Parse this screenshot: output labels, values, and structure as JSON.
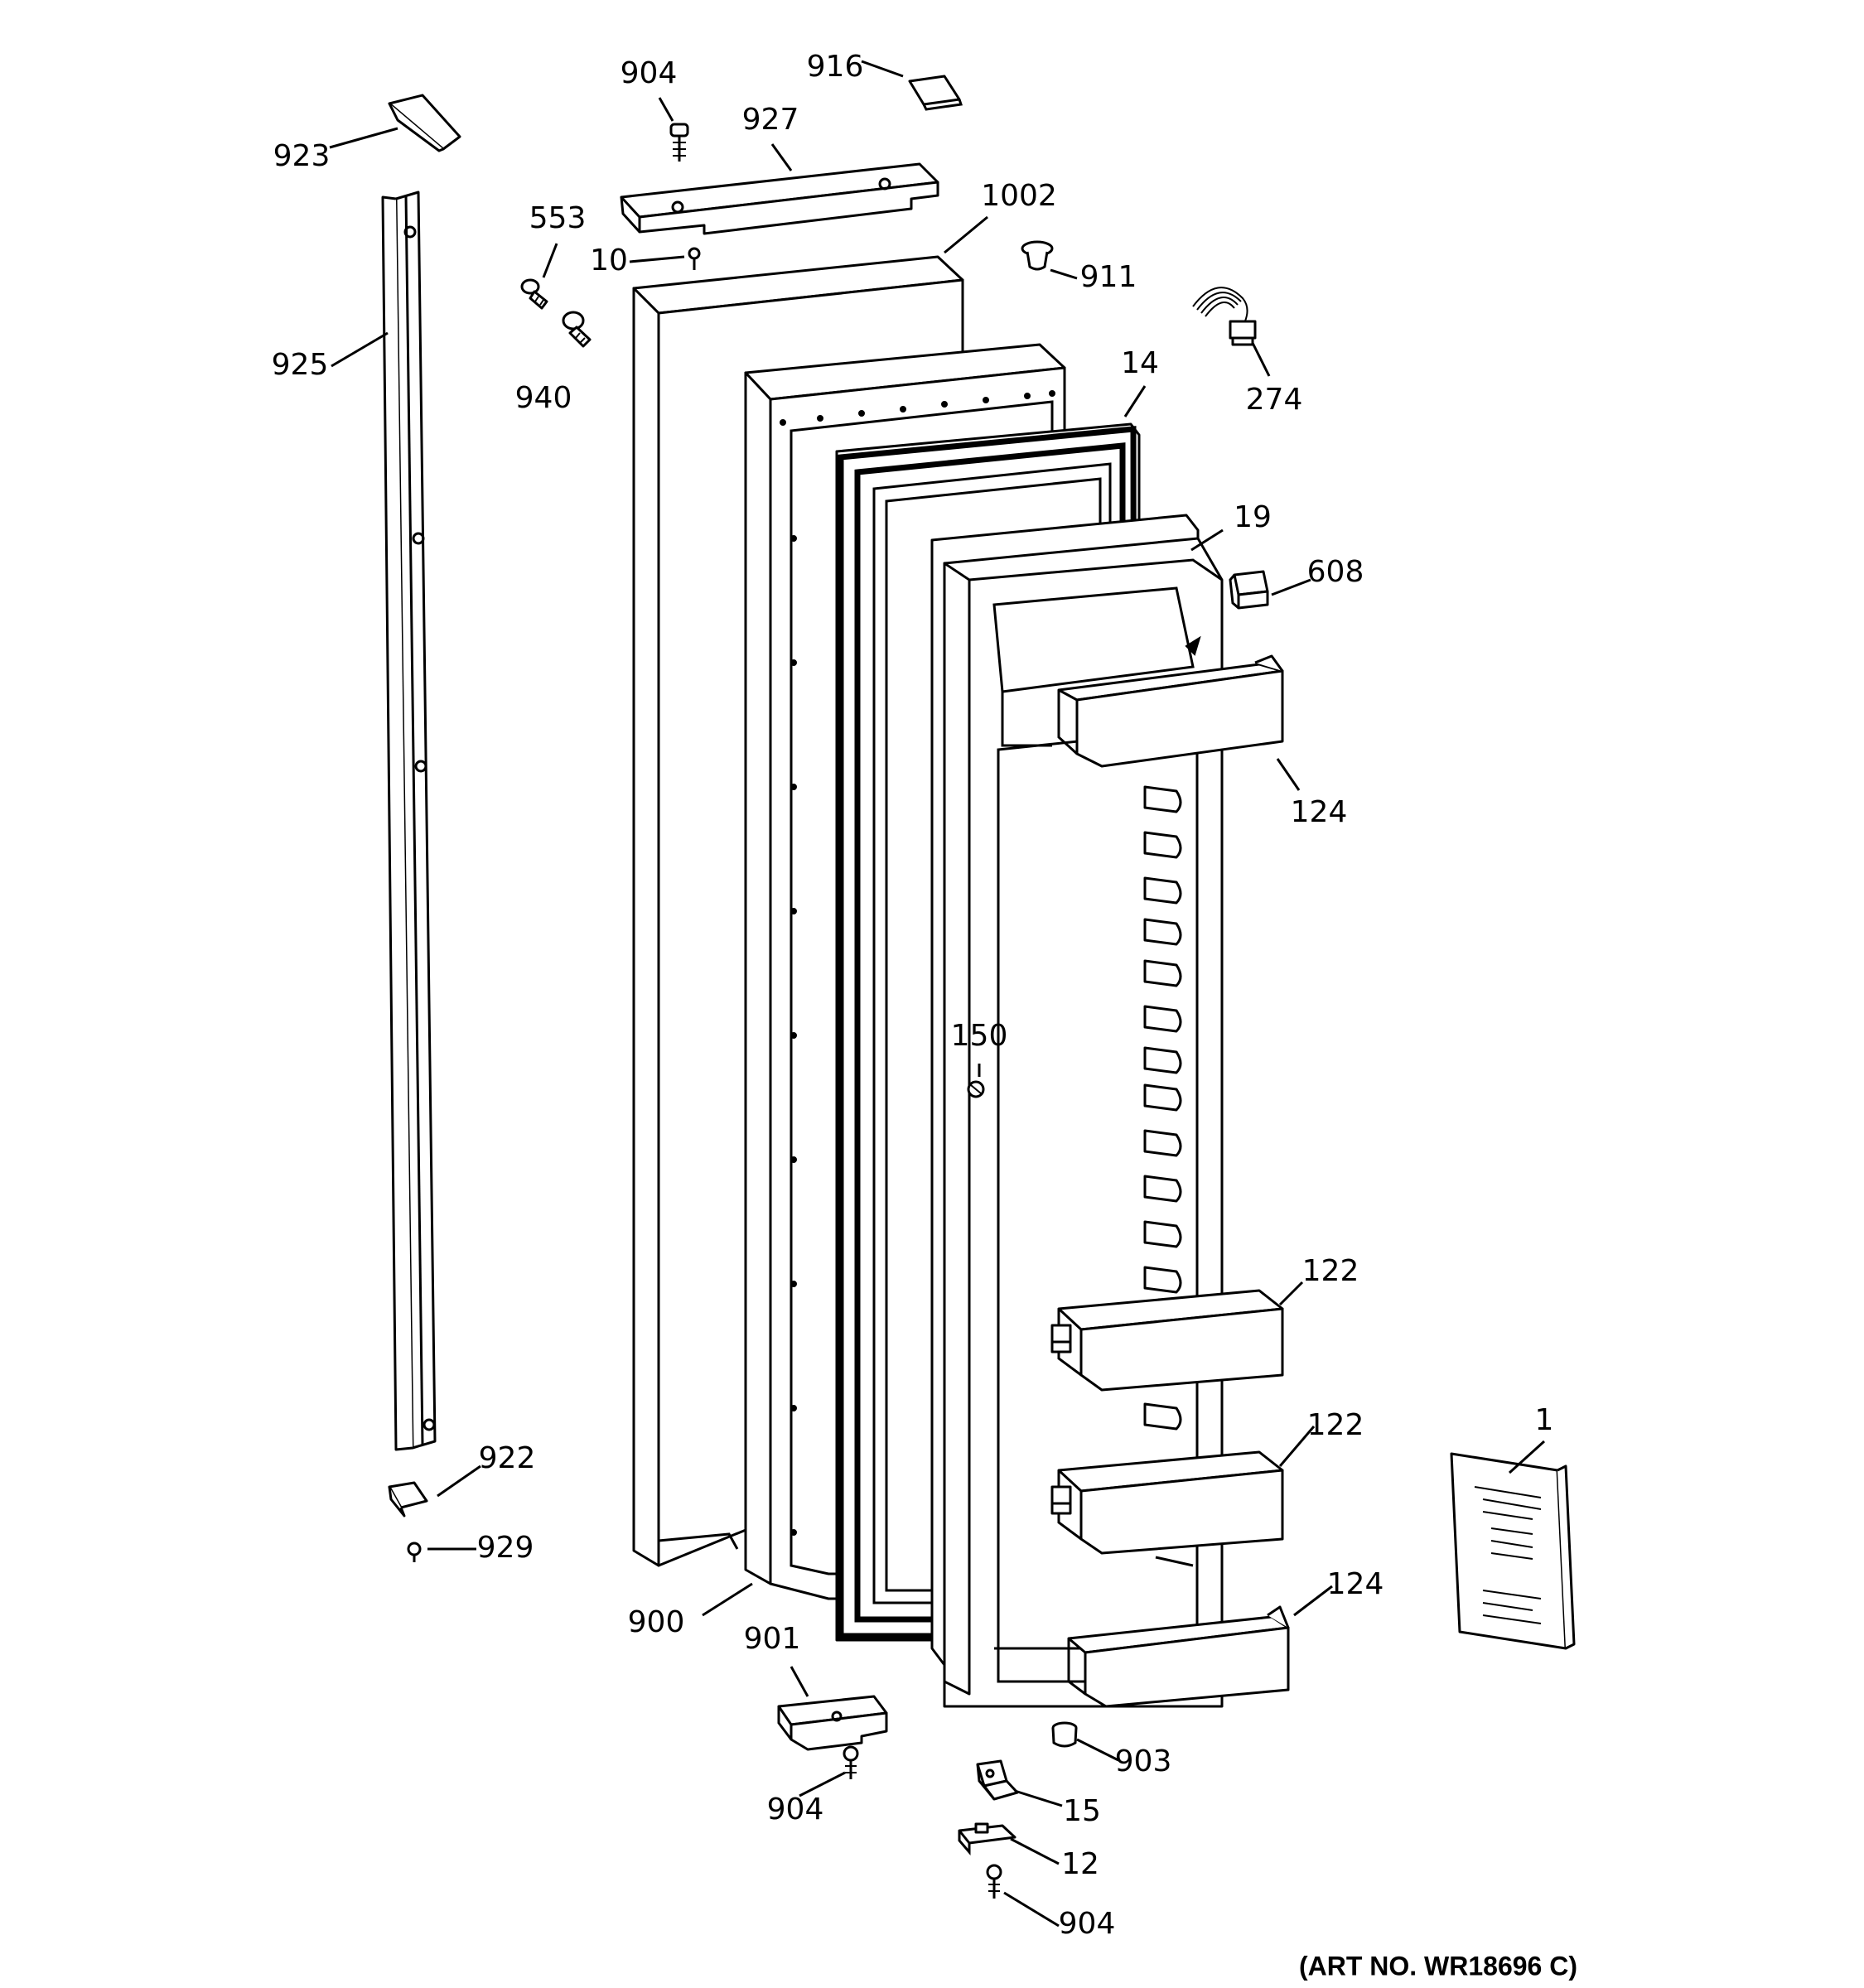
{
  "diagram": {
    "art_number": "(ART NO. WR18696 C)",
    "callouts": {
      "c923": "923",
      "c925": "925",
      "c904_top": "904",
      "c916": "916",
      "c927": "927",
      "c553": "553",
      "c10": "10",
      "c940": "940",
      "c1002": "1002",
      "c911": "911",
      "c274": "274",
      "c14": "14",
      "c19": "19",
      "c608": "608",
      "c124_top": "124",
      "c150": "150",
      "c122_a": "122",
      "c122_b": "122",
      "c124_bottom": "124",
      "c1": "1",
      "c922": "922",
      "c929": "929",
      "c900": "900",
      "c901": "901",
      "c904_mid": "904",
      "c903": "903",
      "c15": "15",
      "c12": "12",
      "c904_bottom": "904"
    }
  }
}
